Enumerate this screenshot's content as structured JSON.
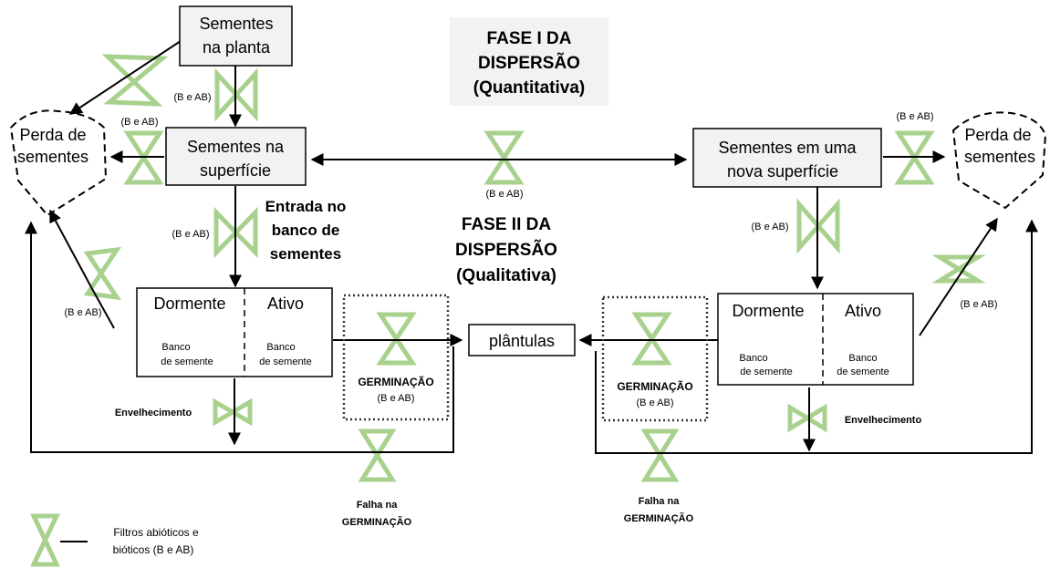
{
  "colors": {
    "filter_stroke": "#a9d18e",
    "phase_box_fill": "#f2f2f2",
    "box_stroke": "#000000"
  },
  "nodes": {
    "seeds_on_plant": [
      "Sementes",
      "na planta"
    ],
    "seeds_on_surface": [
      "Sementes na",
      "superfície"
    ],
    "seeds_new_surface": [
      "Sementes em uma",
      "nova  superfície"
    ],
    "seed_loss": [
      "Perda de",
      "sementes"
    ],
    "seedlings": "plântulas",
    "dormant": "Dormente",
    "active": "Ativo",
    "seed_bank": [
      "Banco",
      "de semente"
    ]
  },
  "phases": {
    "phase1": [
      "FASE I DA",
      "DISPERSÃO",
      "(Quantitativa)"
    ],
    "phase2": [
      "FASE II DA",
      "DISPERSÃO",
      "(Qualitativa)"
    ]
  },
  "labels": {
    "filter_tag": "(B e AB)",
    "seed_bank_entry": [
      "Entrada no",
      "banco de",
      "sementes"
    ],
    "aging": "Envelhecimento",
    "germination": "GERMINAÇÃO",
    "germination_failure": [
      "Falha na",
      "GERMINAÇÃO"
    ]
  },
  "legend": {
    "text": [
      "Filtros abióticos e",
      "bióticos (B e AB)"
    ]
  }
}
